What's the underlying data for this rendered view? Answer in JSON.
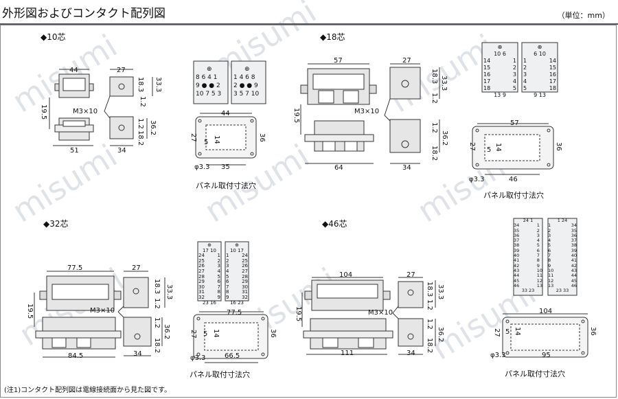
{
  "title": "外形図およびコンタクト配列図",
  "unit": "（単位：mm）",
  "watermark": "misumi",
  "note": "(注1)コンタクト配列図は電線接続面から見た図です。",
  "panel_caption": "パネル取付寸法穴",
  "sections": {
    "s10": {
      "label": "◆10芯",
      "w1": "44",
      "w2": "27",
      "h1": "18.3",
      "h2": "33.3",
      "h3": "1.2",
      "h4": "19.5",
      "screw": "M3×10",
      "h5": "1.2",
      "h6": "36.2",
      "h7": "18.2",
      "w3": "51",
      "w4": "34",
      "panel_w": "44",
      "panel_h": "27",
      "panel_s": "5",
      "panel_14": "14",
      "panel_36": "36",
      "panel_phi": "φ3.3",
      "panel_w2": "35"
    },
    "s18": {
      "label": "◆18芯",
      "w1": "57",
      "w2": "27",
      "h1": "18.3",
      "h2": "33.3",
      "h3": "1.2",
      "h4": "19.5",
      "screw": "M3×10",
      "h5": "1.2",
      "h6": "36.2",
      "h7": "18.2",
      "w3": "64",
      "w4": "34",
      "panel_w": "57",
      "panel_h": "27",
      "panel_s": "5",
      "panel_14": "14",
      "panel_36": "36",
      "panel_phi": "φ3.3",
      "panel_w2": "46"
    },
    "s32": {
      "label": "◆32芯",
      "w1": "77.5",
      "w2": "27",
      "h1": "18.3",
      "h2": "33.3",
      "h3": "1.2",
      "h4": "19.5",
      "screw": "M3×10",
      "h5": "1.2",
      "h6": "36.2",
      "h7": "18.2",
      "w3": "84.5",
      "w4": "34",
      "panel_w": "77.5",
      "panel_h": "27",
      "panel_s": "5",
      "panel_14": "14",
      "panel_36": "36",
      "panel_phi": "φ3.3",
      "panel_w2": "66.5"
    },
    "s46": {
      "label": "◆46芯",
      "w1": "104",
      "w2": "27",
      "h1": "18.3",
      "h2": "33.3",
      "h3": "1.2",
      "h4": "19.5",
      "screw": "M3×10",
      "h5": "1.2",
      "h6": "36.2",
      "h7": "18.2",
      "w3": "111",
      "w4": "34",
      "panel_w": "104",
      "panel_h": "27",
      "panel_s": "5",
      "panel_14": "14",
      "panel_36": "36",
      "panel_phi": "φ3.3",
      "panel_w2": "95"
    }
  },
  "contacts": {
    "c10a": {
      "r1": "8 6 4 1",
      "r2": "9 ● ● 2",
      "r3": "10 7 5 3"
    },
    "c10b": {
      "r1": "1 4 6 8",
      "r2": "2 ● ● 9",
      "r3": "3 5 7 10"
    },
    "c18a": {
      "top": "10 6",
      "l": [
        "14",
        "15",
        "16",
        "17",
        "18"
      ],
      "r": [
        "1",
        "2",
        "3",
        "4",
        "5"
      ],
      "bot": "13 9"
    },
    "c18b": {
      "top": "6 10",
      "l": [
        "1",
        "2",
        "3",
        "4",
        "5"
      ],
      "r": [
        "14",
        "15",
        "16",
        "17",
        "18"
      ],
      "bot": "9 13"
    },
    "c32a": {
      "top": "17 10",
      "l": [
        "24",
        "25",
        "26",
        "27",
        "28",
        "29",
        "30",
        "31",
        "32"
      ],
      "r": [
        "1",
        "2",
        "3",
        "4",
        "5",
        "6",
        "7",
        "8",
        "9"
      ],
      "bot": "23 16"
    },
    "c32b": {
      "top": "10 17",
      "l": [
        "1",
        "2",
        "3",
        "4",
        "5",
        "6",
        "7",
        "8",
        "9"
      ],
      "r": [
        "24",
        "25",
        "26",
        "27",
        "28",
        "29",
        "30",
        "31",
        "32"
      ],
      "bot": "16 23"
    },
    "c46a": {
      "top": "24 1",
      "l": [
        "34",
        "35",
        "36",
        "37",
        "38",
        "39",
        "40",
        "41",
        "42",
        "43",
        "44",
        "45",
        "46"
      ],
      "r": [
        "1",
        "2",
        "3",
        "4",
        "5",
        "6",
        "7",
        "8",
        "9",
        "10",
        "11",
        "12",
        "13"
      ],
      "bot": "33 23"
    },
    "c46b": {
      "top": "1 24",
      "l": [
        "1",
        "2",
        "3",
        "4",
        "5",
        "6",
        "7",
        "8",
        "9",
        "10",
        "11",
        "12",
        "13"
      ],
      "r": [
        "34",
        "35",
        "36",
        "37",
        "38",
        "39",
        "40",
        "41",
        "42",
        "43",
        "44",
        "45",
        "46"
      ],
      "bot": "23 33"
    }
  }
}
